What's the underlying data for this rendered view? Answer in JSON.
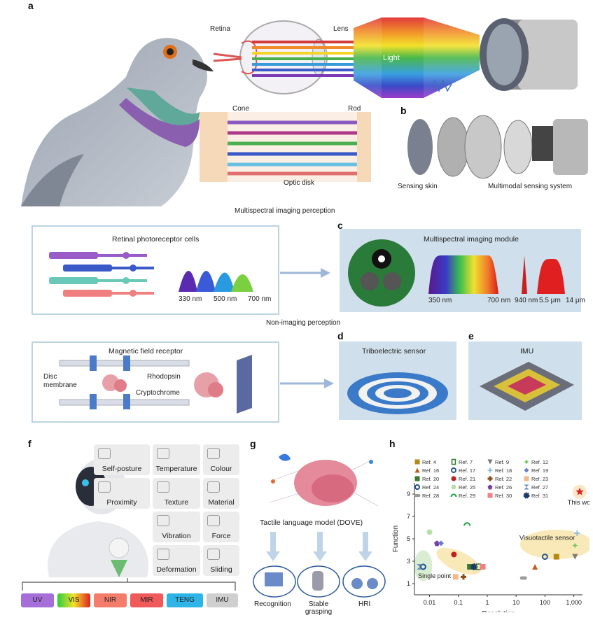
{
  "panel_labels": {
    "a": "a",
    "b": "b",
    "c": "c",
    "d": "d",
    "e": "e",
    "f": "f",
    "g": "g",
    "h": "h"
  },
  "panel_a": {
    "retina": "Retina",
    "lens": "Lens",
    "light": "Light",
    "cone": "Cone",
    "rod": "Rod",
    "optic_disk": "Optic disk",
    "multispectral": "Multispectral imaging perception",
    "retinal_cells": "Retinal photoreceptor cells",
    "peaks": [
      "330 nm",
      "500 nm",
      "700 nm"
    ],
    "non_imaging": "Non-imaging perception",
    "magnetic": "Magnetic field receptor",
    "disc": "Disc",
    "membrane": "membrane",
    "rhodopsin": "Rhodopsin",
    "cryptochrome": "Cryptochrome"
  },
  "panel_b": {
    "sensing_skin": "Sensing skin",
    "multimodal": "Multimodal sensing system"
  },
  "panel_c": {
    "title": "Multispectral imaging module",
    "ticks": [
      "350 nm",
      "700 nm",
      "940 nm",
      "5.5 μm",
      "14 μm"
    ]
  },
  "panel_d": {
    "title": "Triboelectric sensor"
  },
  "panel_e": {
    "title": "IMU"
  },
  "panel_f": {
    "tiles": [
      "Self-posture",
      "Temperature",
      "Colour",
      "Proximity",
      "Texture",
      "Material",
      "Vibration",
      "Force",
      "Deformation",
      "Sliding"
    ],
    "chips": [
      "UV",
      "VIS",
      "NIR",
      "MIR",
      "TENG",
      "IMU"
    ],
    "chip_colors": [
      "#a66ed8",
      "#2ecc40",
      "#f47c6b",
      "#f05a5a",
      "#2fb4e8",
      "#cfcfcf"
    ]
  },
  "panel_g": {
    "model": "Tactile language model (DOVE)",
    "apps": [
      "Recognition",
      "Stable grasping",
      "HRI"
    ]
  },
  "chart_data": {
    "type": "scatter",
    "xlabel": "Resolution",
    "ylabel": "Function",
    "xscale": "log",
    "xticks": [
      "0.01",
      "0.1",
      "1",
      "10",
      "100",
      "1,000"
    ],
    "yticks": [
      "1",
      "3",
      "5",
      "7",
      "9"
    ],
    "legend": [
      {
        "label": "Ref. 4",
        "color": "#b58a14",
        "marker": "square"
      },
      {
        "label": "Ref. 7",
        "color": "#2e7d32",
        "marker": "open-rect"
      },
      {
        "label": "Ref. 9",
        "color": "#7a7a7a",
        "marker": "triangle-down"
      },
      {
        "label": "Ref. 12",
        "color": "#7ec56b",
        "marker": "star"
      },
      {
        "label": "Ref. 16",
        "color": "#c15a1e",
        "marker": "triangle"
      },
      {
        "label": "Ref. 17",
        "color": "#2b5a8a",
        "marker": "circle-open"
      },
      {
        "label": "Ref. 18",
        "color": "#7fb3e0",
        "marker": "plus"
      },
      {
        "label": "Ref. 19",
        "color": "#6a7dc9",
        "marker": "diamond"
      },
      {
        "label": "Ref. 20",
        "color": "#3a7a2a",
        "marker": "square"
      },
      {
        "label": "Ref. 21",
        "color": "#c21f1f",
        "marker": "circle"
      },
      {
        "label": "Ref. 22",
        "color": "#8a4b1a",
        "marker": "cross"
      },
      {
        "label": "Ref. 23",
        "color": "#f2b98a",
        "marker": "square"
      },
      {
        "label": "Ref. 24",
        "color": "#1e4f8a",
        "marker": "circle-open"
      },
      {
        "label": "Ref. 25",
        "color": "#b9dfa8",
        "marker": "circle"
      },
      {
        "label": "Ref. 26",
        "color": "#7a3ea8",
        "marker": "pentagon"
      },
      {
        "label": "Ref. 27",
        "color": "#6a8fbf",
        "marker": "hourglass"
      },
      {
        "label": "Ref. 28",
        "color": "#9a9a9a",
        "marker": "pill"
      },
      {
        "label": "Ref. 29",
        "color": "#2ea84a",
        "marker": "arc"
      },
      {
        "label": "Ref. 30",
        "color": "#f07f86",
        "marker": "square"
      },
      {
        "label": "Ref. 31",
        "color": "#1e3a6a",
        "marker": "gear"
      }
    ],
    "points": [
      {
        "ref": "Ref. 24",
        "x": 0.006,
        "y": 2.5
      },
      {
        "ref": "Ref. 27",
        "x": 0.0045,
        "y": 2.5
      },
      {
        "ref": "Ref. 25",
        "x": 0.01,
        "y": 5.6
      },
      {
        "ref": "Ref. 26",
        "x": 0.018,
        "y": 4.6
      },
      {
        "ref": "Ref. 19",
        "x": 0.025,
        "y": 4.6
      },
      {
        "ref": "Ref. 29",
        "x": 0.2,
        "y": 6.3
      },
      {
        "ref": "Ref. 21",
        "x": 0.07,
        "y": 3.6
      },
      {
        "ref": "Ref. 23",
        "x": 0.08,
        "y": 1.6
      },
      {
        "ref": "Ref. 22",
        "x": 0.15,
        "y": 1.6
      },
      {
        "ref": "Ref. 20",
        "x": 0.25,
        "y": 2.5
      },
      {
        "ref": "Ref. 31",
        "x": 0.35,
        "y": 2.5
      },
      {
        "ref": "Ref. 7",
        "x": 0.5,
        "y": 2.5
      },
      {
        "ref": "Ref. 30",
        "x": 0.7,
        "y": 2.5
      },
      {
        "ref": "Ref. 28",
        "x": 18,
        "y": 1.5
      },
      {
        "ref": "Ref. 16",
        "x": 45,
        "y": 2.5
      },
      {
        "ref": "Ref. 17",
        "x": 100,
        "y": 3.4
      },
      {
        "ref": "Ref. 4",
        "x": 250,
        "y": 3.4
      },
      {
        "ref": "Ref. 9",
        "x": 1100,
        "y": 3.4
      },
      {
        "ref": "Ref. 12",
        "x": 1100,
        "y": 4.4
      },
      {
        "ref": "Ref. 18",
        "x": 1300,
        "y": 5.5
      }
    ],
    "annotations": {
      "this_work": "This work",
      "visuotactile": "Visuotactile sensor",
      "single_point": "Single point"
    },
    "this_work_color": "#e02020"
  }
}
